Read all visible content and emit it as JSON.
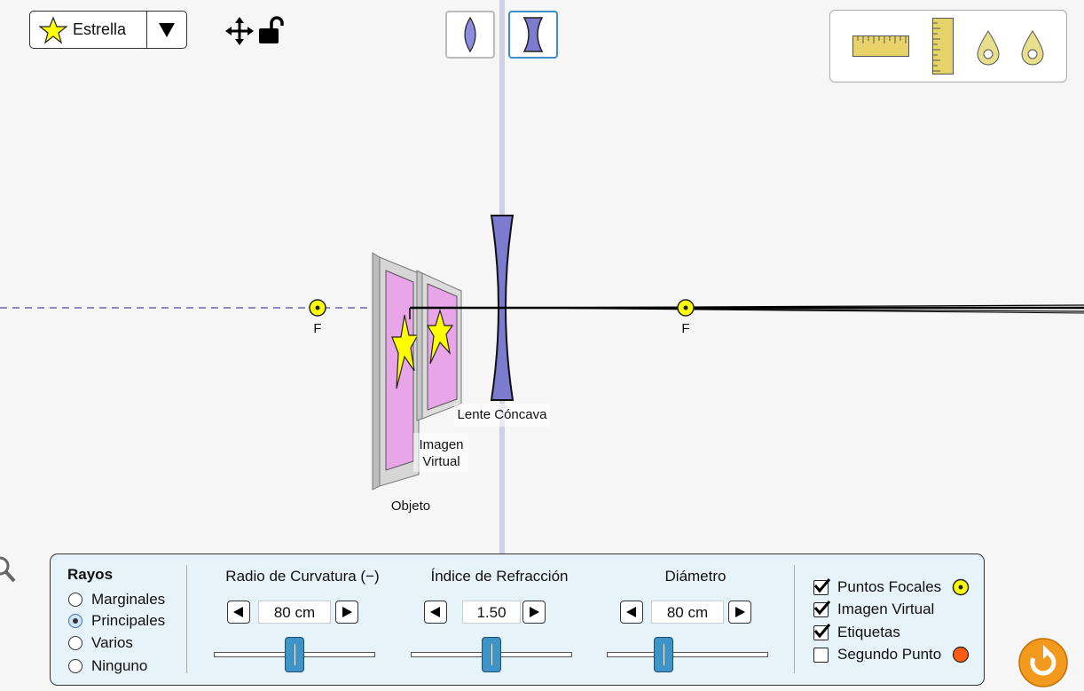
{
  "object_selector": {
    "selected": "Estrella",
    "icon": "star-icon"
  },
  "tools": {
    "move_icon": "move-arrows-icon",
    "lock_icon": "unlocked-padlock-icon",
    "toolbox_items": [
      "horizontal-ruler-icon",
      "vertical-ruler-icon",
      "light-source-icon",
      "light-source-icon"
    ]
  },
  "lens_types": [
    {
      "name": "convex",
      "icon": "convex-lens-icon",
      "selected": false
    },
    {
      "name": "concave",
      "icon": "concave-lens-icon",
      "selected": true
    }
  ],
  "scene_labels": {
    "focal_left": "F",
    "focal_right": "F",
    "lens": "Lente Cóncava",
    "virtual_image_line1": "Imagen",
    "virtual_image_line2": "Virtual",
    "object": "Objeto"
  },
  "panel": {
    "rays": {
      "title": "Rayos",
      "options": [
        "Marginales",
        "Principales",
        "Varios",
        "Ninguno"
      ],
      "selected": "Principales"
    },
    "controls": [
      {
        "title": "Radio de Curvatura (−)",
        "value": "80 cm",
        "slider_fraction": 0.5
      },
      {
        "title": "Índice de Refracción",
        "value": "1.50",
        "slider_fraction": 0.5
      },
      {
        "title": "Diámetro",
        "value": "80 cm",
        "slider_fraction": 0.33
      }
    ],
    "checkboxes": [
      {
        "label": "Puntos Focales",
        "checked": true,
        "marker": "yellow-focal-point-icon"
      },
      {
        "label": "Imagen Virtual",
        "checked": true
      },
      {
        "label": "Etiquetas",
        "checked": true
      },
      {
        "label": "Segundo Punto",
        "checked": false,
        "marker": "orange-dot-icon"
      }
    ]
  },
  "colors": {
    "lens_fill": "#7b7bd0",
    "focal_yellow": "#ffff00",
    "star_yellow": "#ffff00",
    "image_pink": "#e8a6e8",
    "slider_thumb": "#3e93c7",
    "panel_bg": "#e6f3f8",
    "reset_orange": "#f39a1e",
    "second_point_orange": "#ff5a14",
    "optical_axis": "#8a8ac0"
  }
}
